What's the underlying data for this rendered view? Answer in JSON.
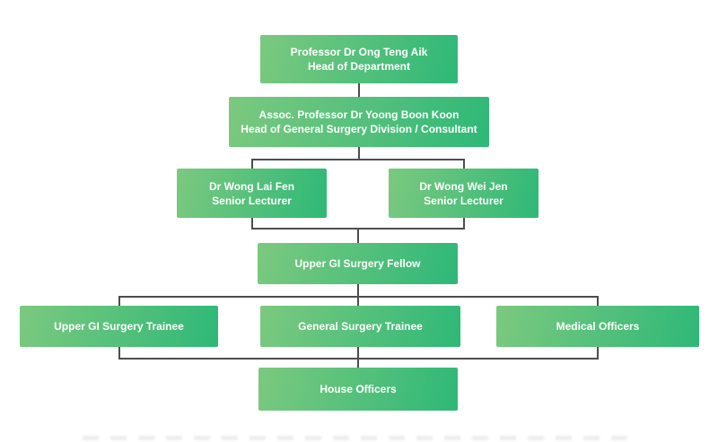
{
  "org_chart": {
    "colors": {
      "box_gradient_start": "#7cc97f",
      "box_gradient_end": "#2eb877",
      "connector": "#4d4d4d",
      "text": "#ffffff",
      "background": "#ffffff"
    },
    "nodes": [
      {
        "title": "Professor Dr Ong Teng Aik",
        "subtitle": "Head of Department"
      },
      {
        "title": "Assoc. Professor Dr Yoong Boon Koon",
        "subtitle": "Head of General Surgery Division / Consultant"
      },
      {
        "title": "Dr Wong Lai Fen",
        "subtitle": "Senior Lecturer"
      },
      {
        "title": "Dr Wong Wei Jen",
        "subtitle": "Senior Lecturer"
      },
      {
        "title": "Upper GI Surgery Fellow"
      },
      {
        "title": "Upper GI Surgery Trainee"
      },
      {
        "title": "General Surgery Trainee"
      },
      {
        "title": "Medical Officers"
      },
      {
        "title": "House Officers"
      }
    ]
  }
}
